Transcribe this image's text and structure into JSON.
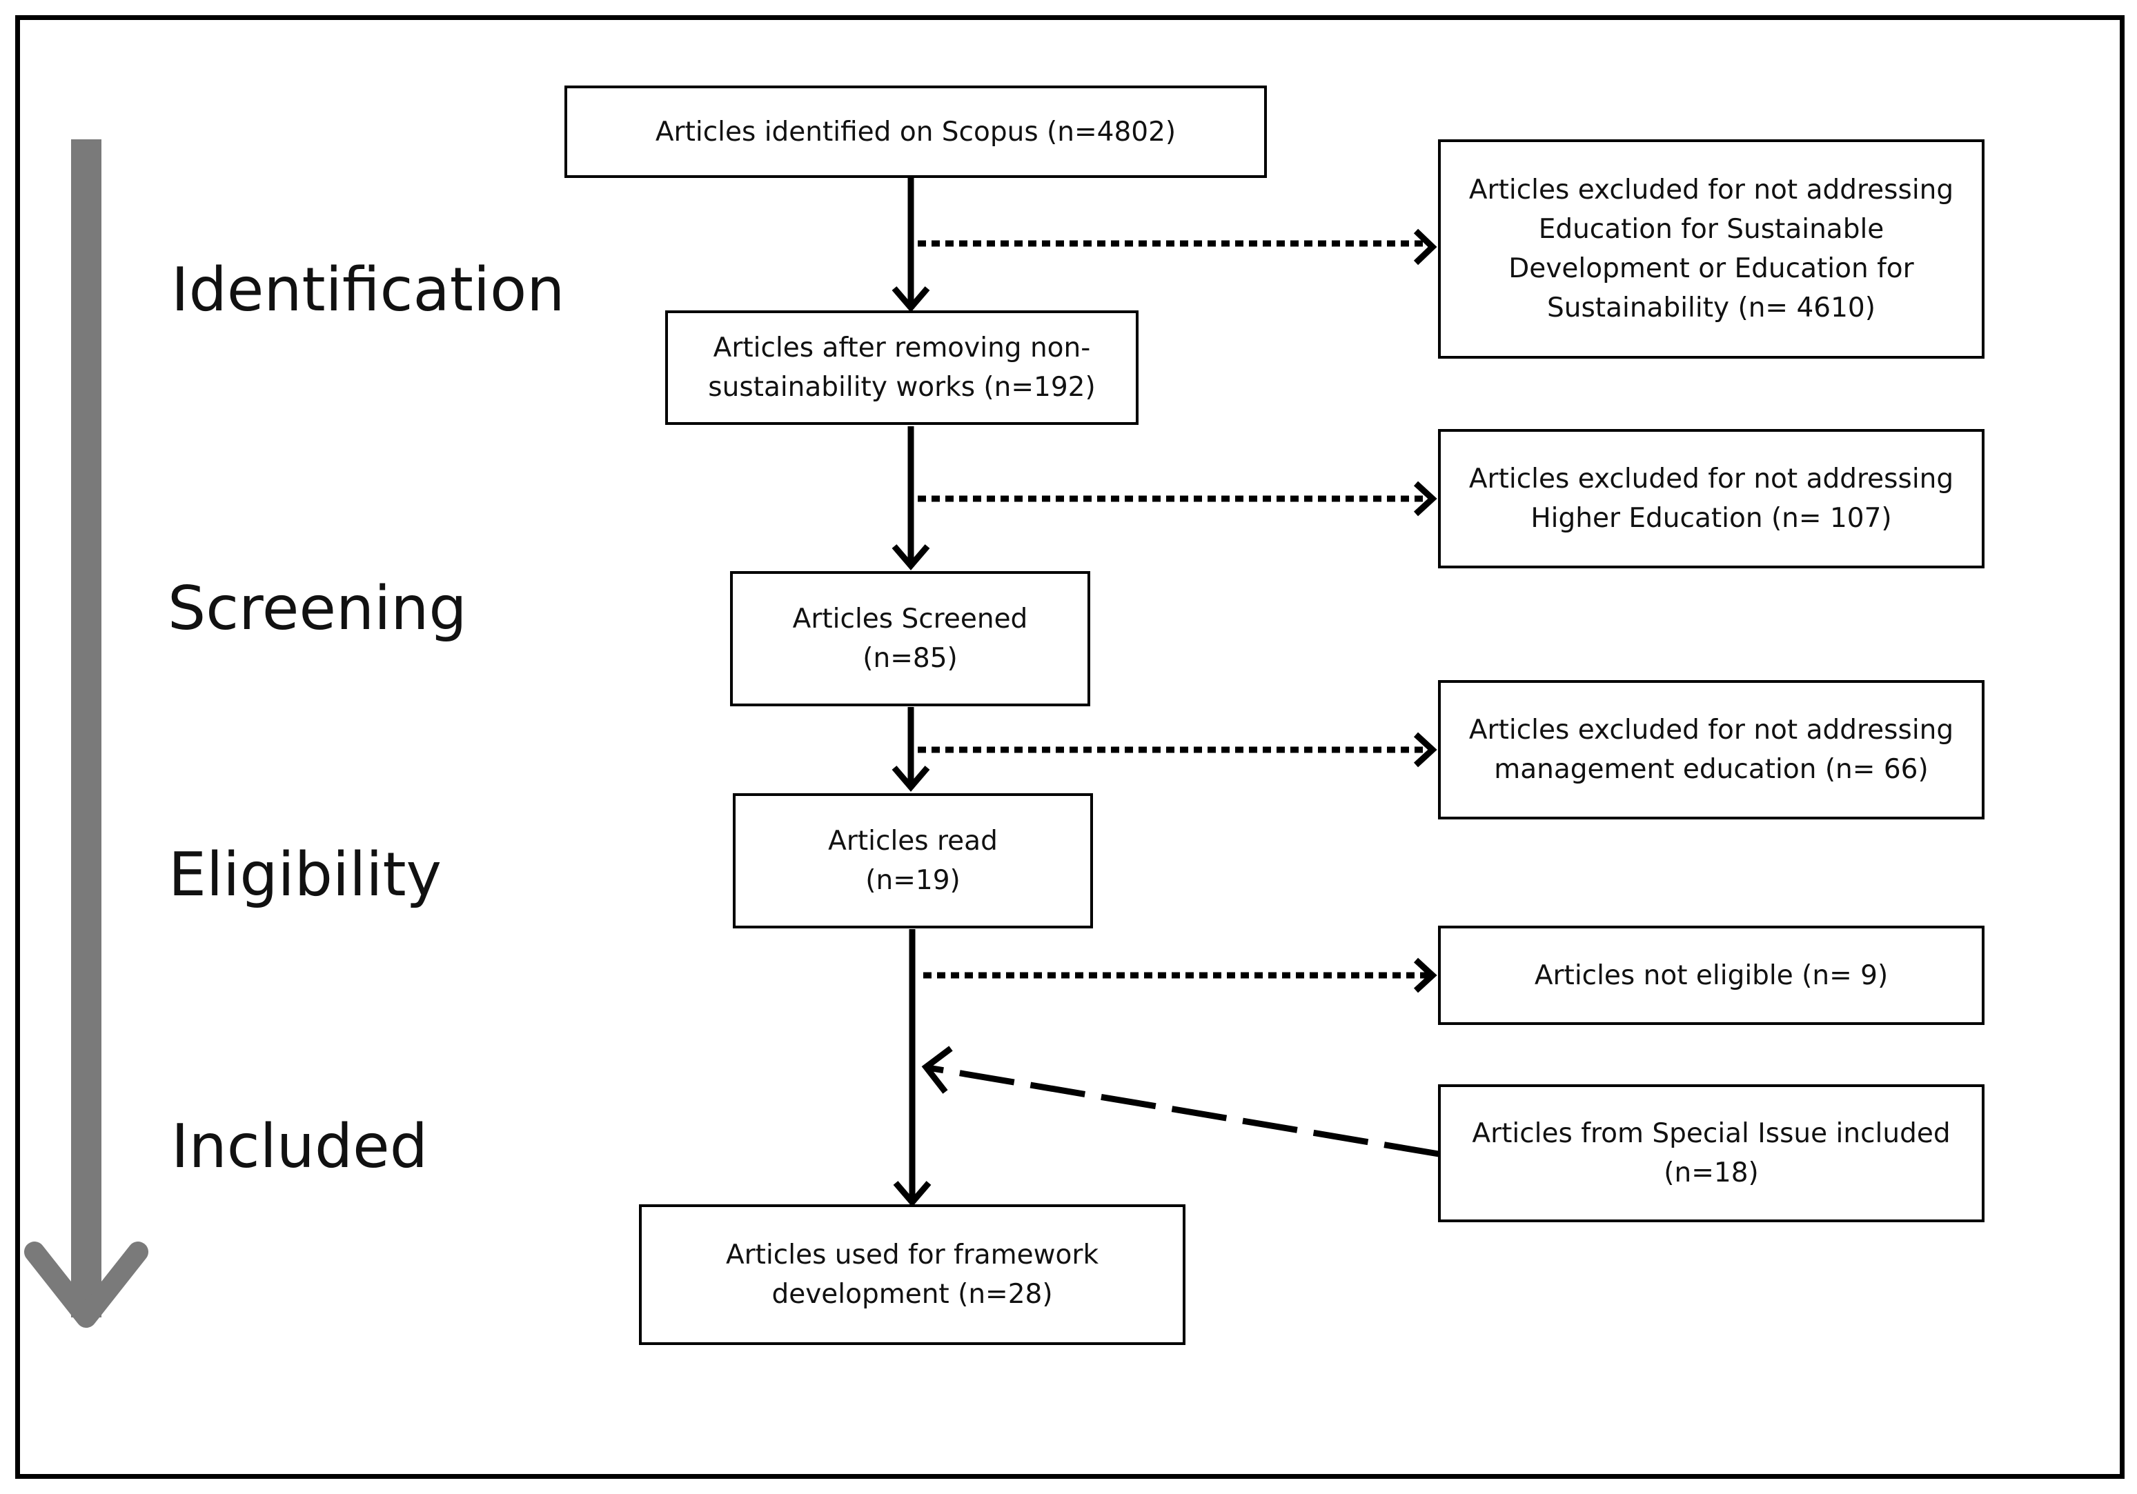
{
  "stages": {
    "identification": "Identification",
    "screening": "Screening",
    "eligibility": "Eligibility",
    "included": "Included"
  },
  "boxes": {
    "identified": "Articles identified on Scopus (n=4802)",
    "after_removing": "Articles after removing non-\nsustainability works (n=192)",
    "screened": "Articles Screened\n(n=85)",
    "read": "Articles read\n(n=19)",
    "used": "Articles used for framework\ndevelopment  (n=28)"
  },
  "exclusions": {
    "not_esd": "Articles excluded for not addressing\nEducation for Sustainable\nDevelopment or Education for\nSustainability (n= 4610)",
    "not_higher_ed": "Articles excluded for not addressing\nHigher Education (n= 107)",
    "not_management": "Articles excluded for not addressing\nmanagement education (n= 66)",
    "not_eligible": "Articles not eligible (n= 9)",
    "special_issue": "Articles from Special Issue included\n(n=18)"
  },
  "colors": {
    "stage_arrow": "#7a7a7a",
    "lines": "#000000"
  }
}
